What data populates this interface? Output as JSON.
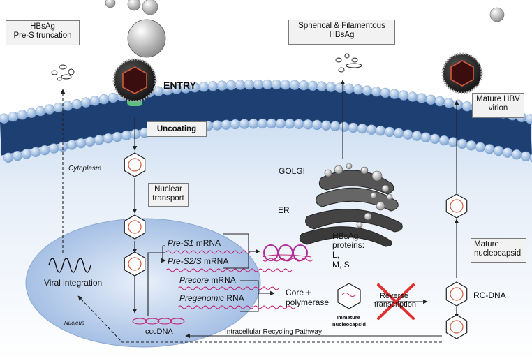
{
  "labels": {
    "hbsag_truncation_line1": "HBsAg",
    "hbsag_truncation_line2": "Pre-S truncation",
    "spherical_line1": "Spherical & Filamentous",
    "spherical_line2": "HBsAg",
    "mature_virion_line1": "Mature HBV",
    "mature_virion_line2": "virion",
    "entry": "ENTRY",
    "uncoating": "Uncoating",
    "cytoplasm": "Cytoplasm",
    "nuclear_transport_line1": "Nuclear",
    "nuclear_transport_line2": "transport",
    "golgi": "GOLGI",
    "er": "ER",
    "pre_s1_italic": "Pre-S1",
    "pre_s1_rest": " mRNA",
    "pre_s2s_italic": "Pre-S2/S",
    "pre_s2s_rest": " mRNA",
    "precore_italic": "Precore",
    "precore_rest": " mRNA",
    "pregenomic_italic": "Pregenomic",
    "pregenomic_rest": " RNA",
    "hbsag_proteins_line1": "HBsAg",
    "hbsag_proteins_line2": "proteins:",
    "hbsag_proteins_line3": "L,",
    "hbsag_proteins_line4": "M, S",
    "core_poly_line1": "Core +",
    "core_poly_line2": "polymerase",
    "immature_line1": "Immature",
    "immature_line2": "nucleocapsid",
    "reverse_line1": "Reverse",
    "reverse_line2": "transcription",
    "mature_nucleocapsid_line1": "Mature",
    "mature_nucleocapsid_line2": "nucleocapsid",
    "rc_dna": "RC-DNA",
    "viral_integration": "Viral integration",
    "nucleus": "Nucleus",
    "cccdna": "cccDNA",
    "recycling": "Intracellular Recycling Pathway"
  },
  "colors": {
    "membrane_head": "#9cbde0",
    "membrane_tail": "#1d3f72",
    "cytoplasm_top": "#c9dcf0",
    "nucleus_fill": "#aac3e6",
    "rna_wave": "#c02070",
    "protein_coil": "#b02f9c",
    "cross": "#e03030",
    "capsid_ring": "#d05a3a"
  }
}
